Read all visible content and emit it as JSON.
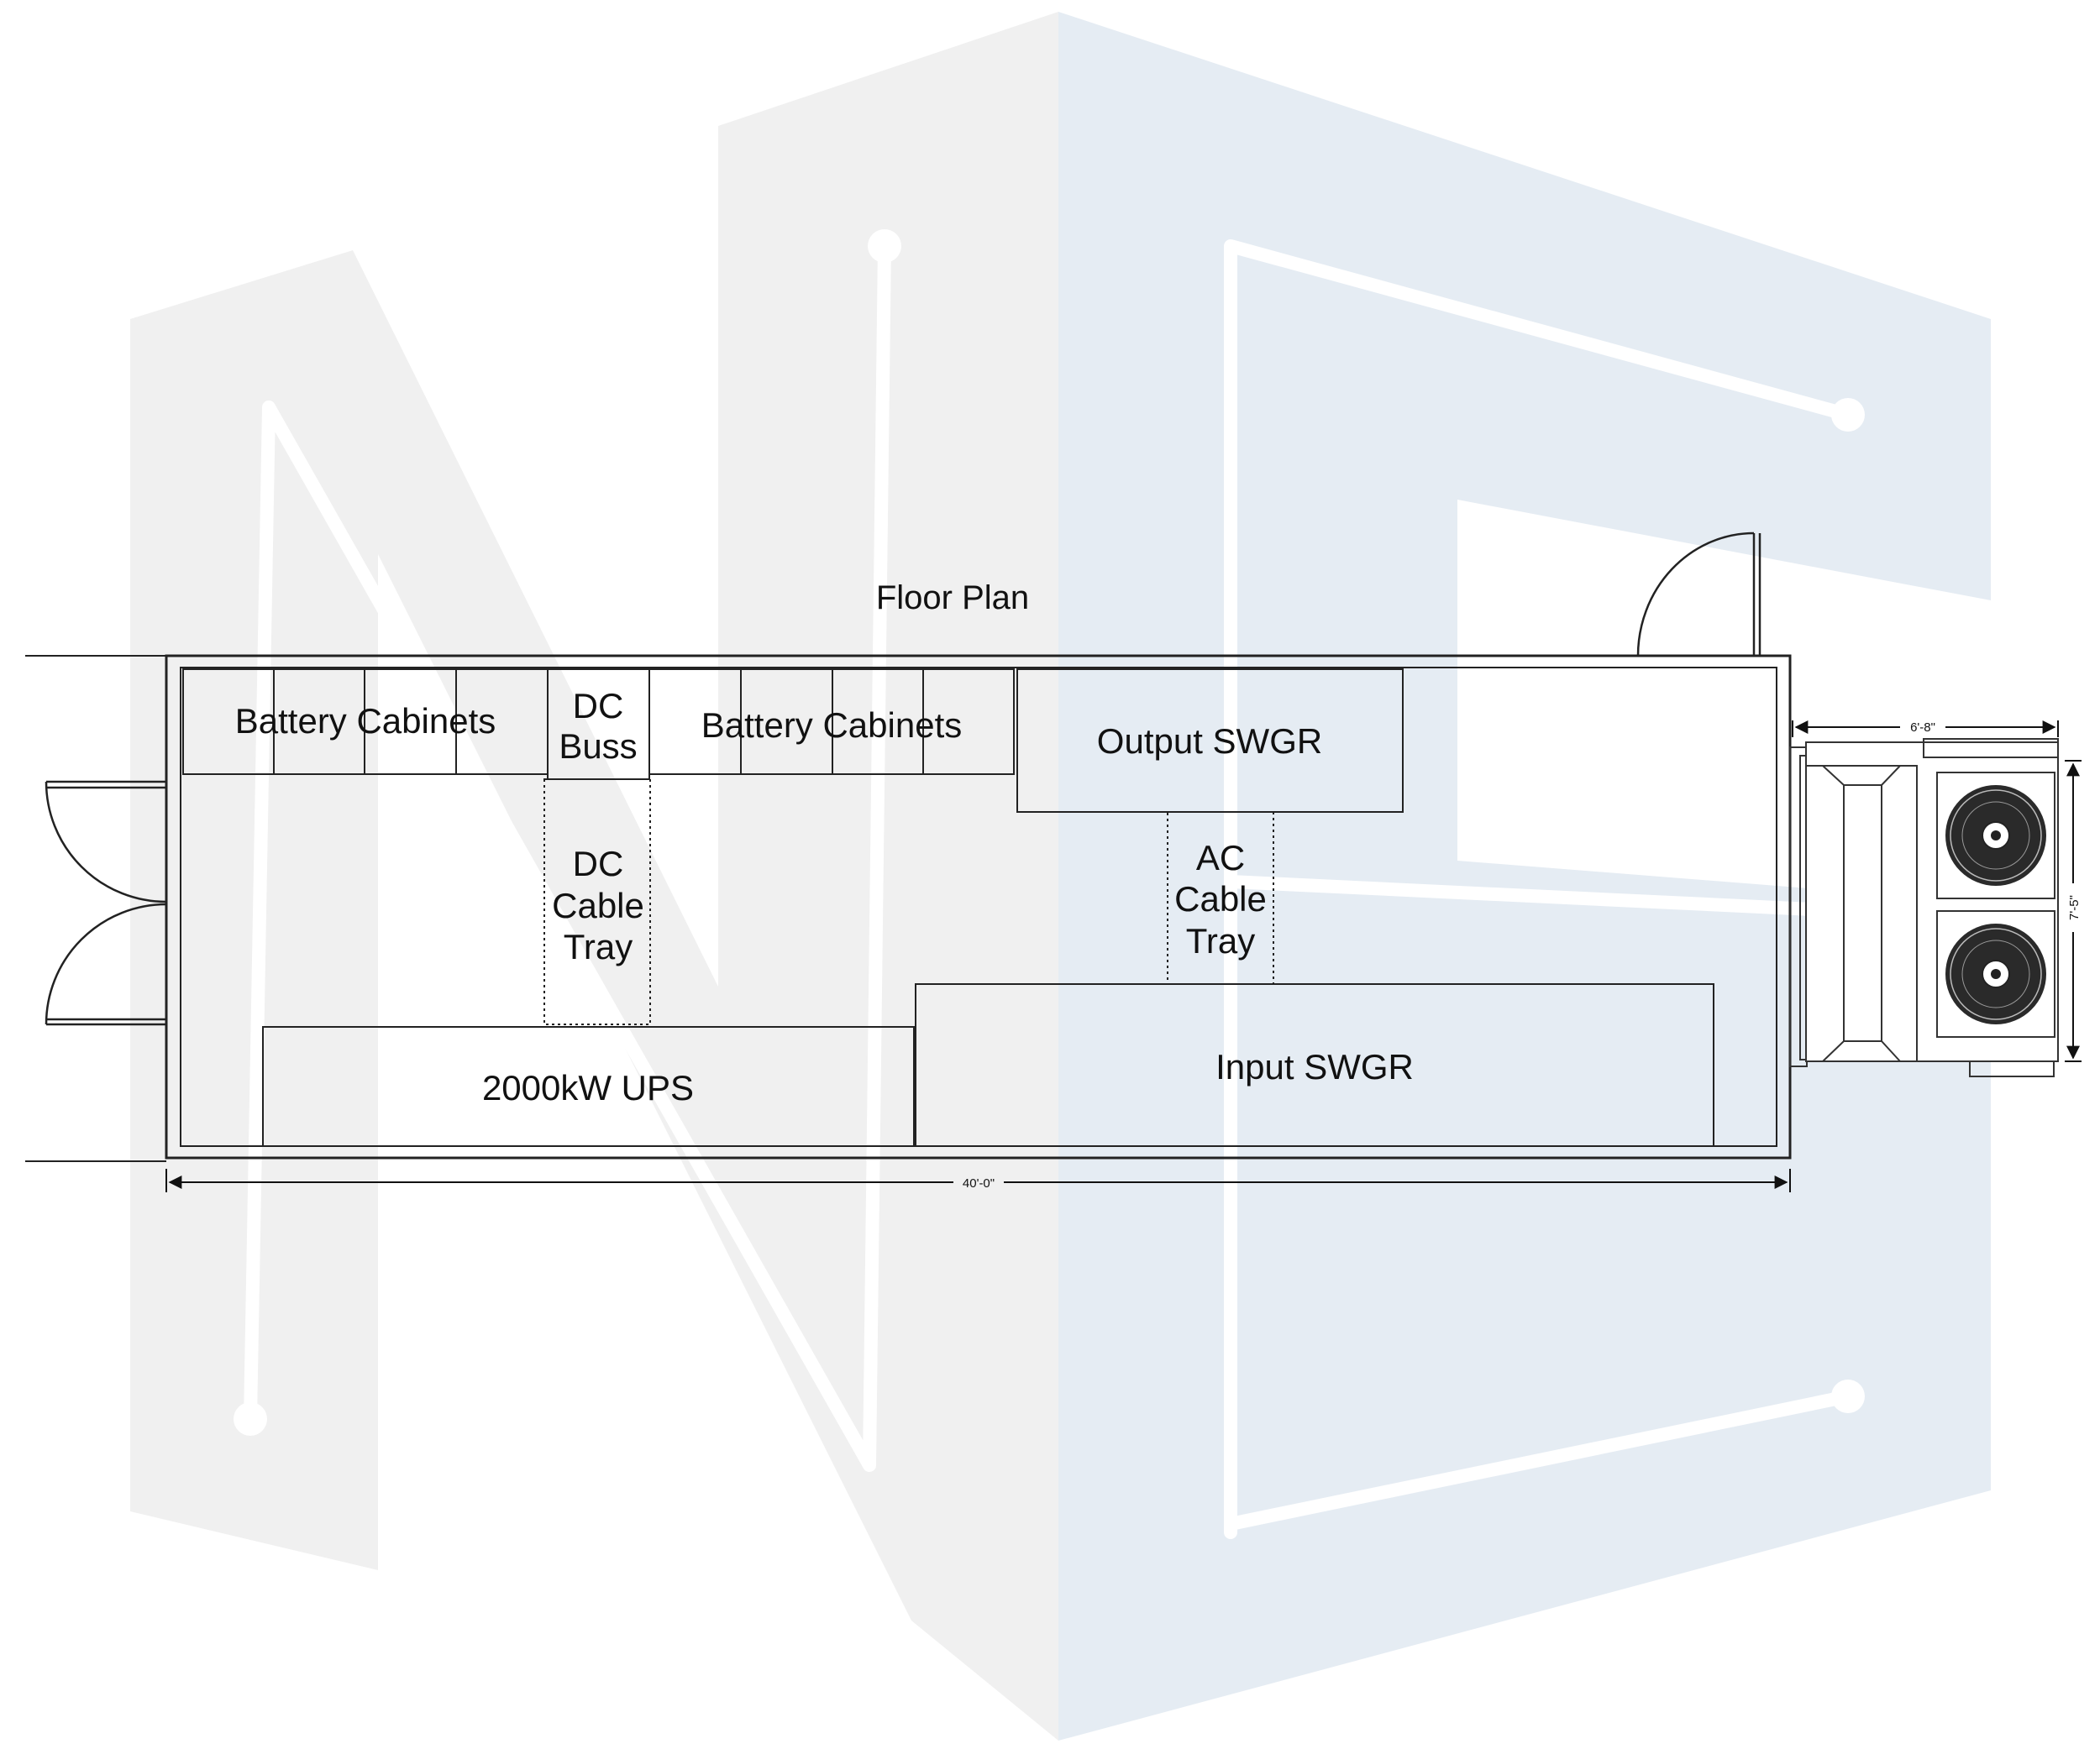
{
  "diagram": {
    "title": "Floor Plan",
    "colors": {
      "watermark_left": "#f0f0f0",
      "watermark_right": "#e5ecf3",
      "line": "#222222",
      "background": "#ffffff"
    },
    "watermark": {
      "logo_letters": "NE",
      "icon": "ne-logo-watermark"
    },
    "components": {
      "battery_cabinets_left": "Battery Cabinets",
      "dc_buss": [
        "DC",
        "Buss"
      ],
      "battery_cabinets_right": "Battery Cabinets",
      "output_swgr": "Output SWGR",
      "dc_cable_tray": [
        "DC",
        "Cable",
        "Tray"
      ],
      "ac_cable_tray": [
        "AC",
        "Cable",
        "Tray"
      ],
      "ups": "2000kW UPS",
      "input_swgr": "Input SWGR"
    },
    "dimensions": {
      "length": "40'-0\"",
      "hvac_width": "6'-8\"",
      "hvac_depth": "7'-5\""
    },
    "icons": [
      "door-swing-icon",
      "double-door-icon",
      "fan-icon"
    ]
  }
}
